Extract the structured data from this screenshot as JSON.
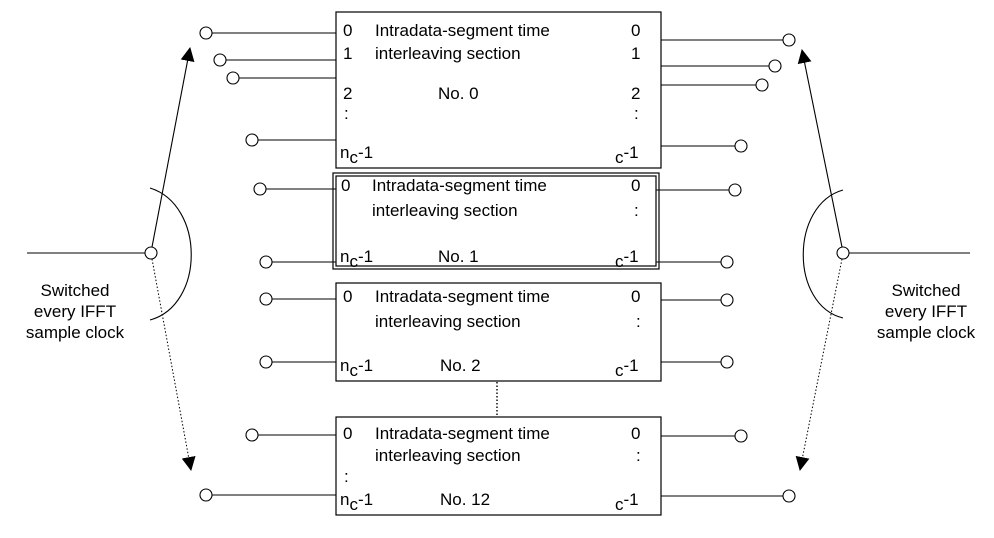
{
  "colors": {
    "line": "#000000",
    "background": "#ffffff"
  },
  "left_label": [
    "Switched",
    "every IFFT",
    "sample clock"
  ],
  "right_label": [
    "Switched",
    "every IFFT",
    "sample clock"
  ],
  "blocks": [
    {
      "title_line1": "Intradata-segment time",
      "title_line2": "interleaving section",
      "number": "No. 0",
      "left_indices": [
        "0",
        "1",
        "2",
        ":"
      ],
      "right_indices": [
        "0",
        "1",
        "2",
        ":"
      ],
      "last_left": "n",
      "last_left_sub": "c",
      "last_left_tail": "-1",
      "last_right_sub": "c",
      "last_right_tail": "-1"
    },
    {
      "title_line1": "Intradata-segment time",
      "title_line2": "interleaving section",
      "number": "No. 1",
      "left_indices": [
        "0"
      ],
      "right_indices": [
        "0",
        ":"
      ],
      "last_left": "n",
      "last_left_sub": "c",
      "last_left_tail": "-1",
      "last_right_sub": "c",
      "last_right_tail": "-1"
    },
    {
      "title_line1": "Intradata-segment time",
      "title_line2": "interleaving section",
      "number": "No. 2",
      "left_indices": [
        "0"
      ],
      "right_indices": [
        "0",
        ":"
      ],
      "last_left": "n",
      "last_left_sub": "c",
      "last_left_tail": "-1",
      "last_right_sub": "c",
      "last_right_tail": "-1"
    },
    {
      "title_line1": "Intradata-segment time",
      "title_line2": "interleaving section",
      "number": "No. 12",
      "left_indices": [
        "0",
        ":"
      ],
      "right_indices": [
        "0",
        ":"
      ],
      "last_left": "n",
      "last_left_sub": "c",
      "last_left_tail": "-1",
      "last_right_sub": "c",
      "last_right_tail": "-1"
    }
  ]
}
